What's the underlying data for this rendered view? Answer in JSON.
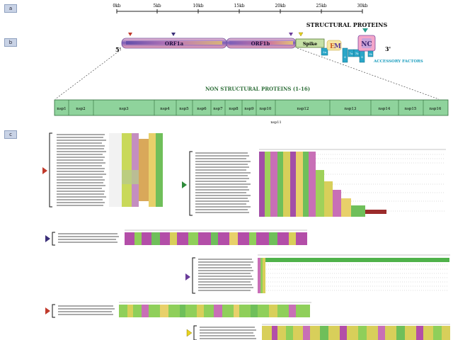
{
  "panels": {
    "a": "a",
    "b": "b",
    "c": "c"
  },
  "ruler": {
    "ticks": [
      "0kb",
      "5kb",
      "10kb",
      "15kb",
      "20kb",
      "25kb",
      "30kb"
    ]
  },
  "genome": {
    "five_prime": "5'",
    "three_prime": "3'",
    "orf1a": "ORF1a",
    "orf1b": "ORF1b",
    "spike": "Spike",
    "structural_title": "STRUCTURAL PROTEINS",
    "e_label": "E",
    "m_label": "M",
    "nc_label": "NC",
    "accessory_label": "ACCESSORY FACTORS",
    "small_labels": [
      "3a",
      "6",
      "7a",
      "7b",
      "8",
      "9b"
    ]
  },
  "nsp": {
    "title": "NON STRUCTURAL PROTEINS (1-16)",
    "segments": [
      "nsp1",
      "nsp2",
      "nsp3",
      "nsp4",
      "nsp5",
      "nsp6",
      "nsp7",
      "nsp8",
      "nsp9",
      "nsp10",
      "nsp12",
      "nsp13",
      "nsp14",
      "nsp15",
      "nsp16"
    ],
    "below_label": "nsp11"
  },
  "colors": {
    "nsp_fill": "#8fd39c",
    "nsp_stroke": "#2f6f3a",
    "marker_red": "#c0392b",
    "marker_purple": "#6a3d9a",
    "marker_yellow": "#e8d21e",
    "marker_teal": "#2a9d8f",
    "accent_teal": "#1f9fbf"
  },
  "icons": [
    "red-triangle-icon",
    "purple-triangle-icon",
    "yellow-triangle-icon",
    "teal-triangle-icon",
    "green-triangle-icon"
  ]
}
